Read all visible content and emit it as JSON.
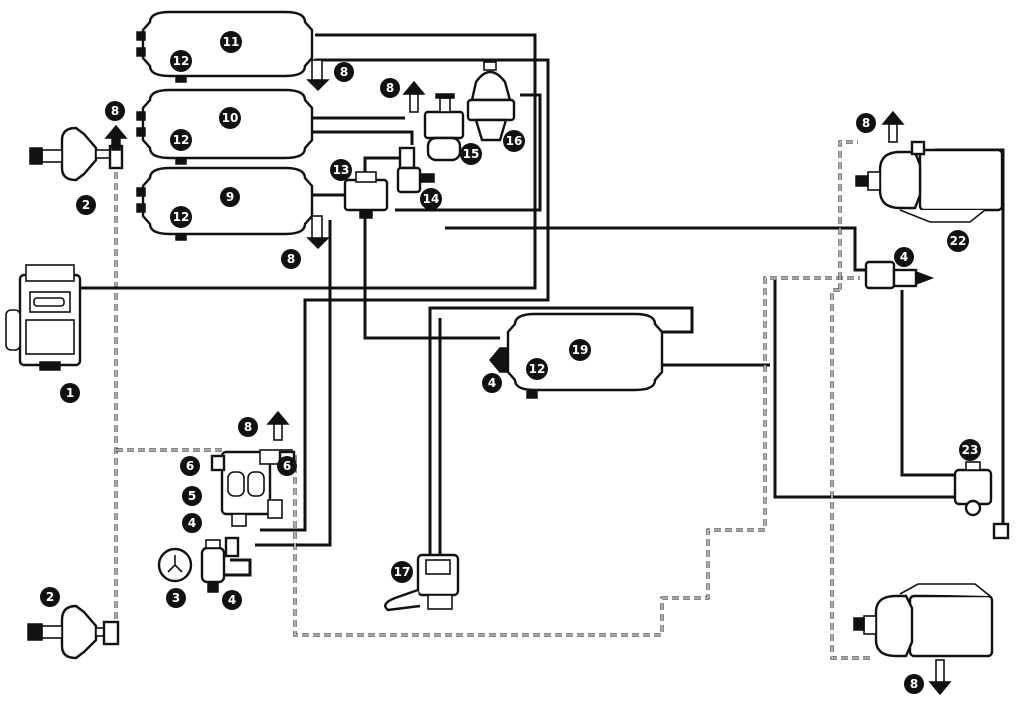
{
  "labels": {
    "n1": "1",
    "n2": "2",
    "n3": "3",
    "n4": "4",
    "n5": "5",
    "n6": "6",
    "n8": "8",
    "n9": "9",
    "n10": "10",
    "n11": "11",
    "n12": "12",
    "n13": "13",
    "n14": "14",
    "n15": "15",
    "n16": "16",
    "n17": "17",
    "n19": "19",
    "n22": "22",
    "n23": "23"
  }
}
